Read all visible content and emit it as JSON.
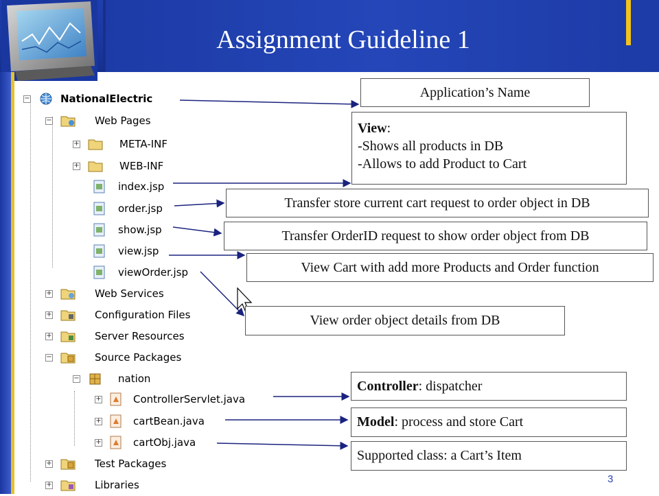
{
  "slide": {
    "title": "Assignment Guideline 1",
    "page_number": "3"
  },
  "tree": [
    {
      "label": "NationalElectric",
      "icon": "project-globe-icon",
      "bold": true
    },
    {
      "label": "Web Pages",
      "icon": "folder-web-icon"
    },
    {
      "label": "META-INF",
      "icon": "folder-icon"
    },
    {
      "label": "WEB-INF",
      "icon": "folder-icon"
    },
    {
      "label": "index.jsp",
      "icon": "jsp-file-icon"
    },
    {
      "label": "order.jsp",
      "icon": "jsp-file-icon"
    },
    {
      "label": "show.jsp",
      "icon": "jsp-file-icon"
    },
    {
      "label": "view.jsp",
      "icon": "jsp-file-icon"
    },
    {
      "label": "viewOrder.jsp",
      "icon": "jsp-file-icon"
    },
    {
      "label": "Web Services",
      "icon": "folder-services-icon"
    },
    {
      "label": "Configuration Files",
      "icon": "folder-config-icon"
    },
    {
      "label": "Server Resources",
      "icon": "folder-server-icon"
    },
    {
      "label": "Source Packages",
      "icon": "folder-package-icon"
    },
    {
      "label": "nation",
      "icon": "package-icon"
    },
    {
      "label": "ControllerServlet.java",
      "icon": "java-file-icon"
    },
    {
      "label": "cartBean.java",
      "icon": "java-file-icon"
    },
    {
      "label": "cartObj.java",
      "icon": "java-file-icon"
    },
    {
      "label": "Test Packages",
      "icon": "folder-package-icon"
    },
    {
      "label": "Libraries",
      "icon": "folder-library-icon"
    }
  ],
  "annotations": {
    "app_name": "Application’s Name",
    "view_title": "View",
    "view_colon": ":",
    "view_line1": "-Shows all products in DB",
    "view_line2": "-Allows to add Product to Cart",
    "order": "Transfer store current cart request to order object in DB",
    "show": "Transfer OrderID request to show order object from DB",
    "view_cart": "View Cart with add more Products and Order function",
    "view_order": "View order object details from DB",
    "controller_bold": "Controller",
    "controller_rest": ": dispatcher",
    "model_bold": "Model",
    "model_rest": ": process and store Cart",
    "supported": "Supported class: a Cart’s Item"
  },
  "colors": {
    "header_blue": "#1f3fae",
    "accent_yellow": "#f3c21a",
    "arrow": "#1a237e"
  }
}
